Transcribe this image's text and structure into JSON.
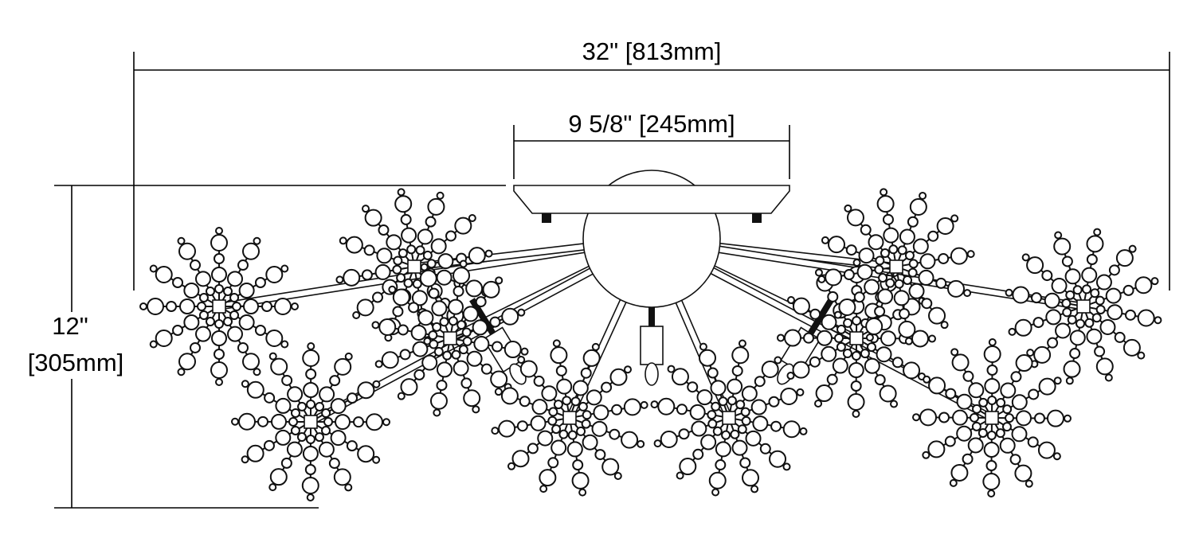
{
  "dimensions": {
    "overall_width": "32\" [813mm]",
    "canopy_width": "9 5/8\" [245mm]",
    "height_in": "12\"",
    "height_mm": "[305mm]"
  }
}
